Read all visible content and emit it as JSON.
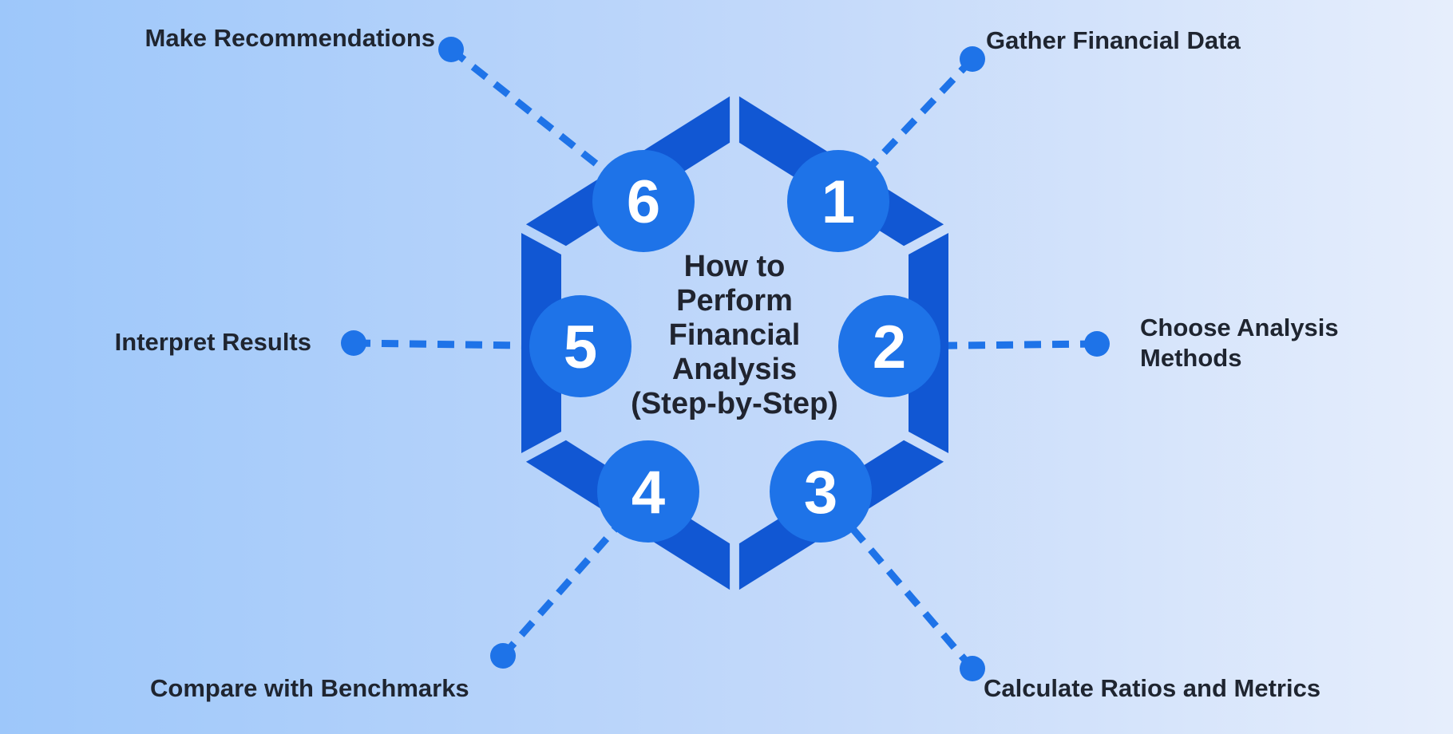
{
  "title": {
    "lines": [
      "How to",
      "Perform",
      "Financial",
      "Analysis",
      "(Step-by-Step)"
    ]
  },
  "steps": [
    {
      "number": "1",
      "label": "Gather Financial Data"
    },
    {
      "number": "2",
      "label": "Choose Analysis Methods"
    },
    {
      "number": "3",
      "label": "Calculate Ratios and Metrics"
    },
    {
      "number": "4",
      "label": "Compare with Benchmarks"
    },
    {
      "number": "5",
      "label": "Interpret Results"
    },
    {
      "number": "6",
      "label": "Make Recommendations"
    }
  ],
  "colors": {
    "background_left": "#9dc7fa",
    "background_right": "#e6eefc",
    "hexagon": "#1157d3",
    "accent": "#1e73e8",
    "number_text": "#ffffff",
    "title_text": "#20242f",
    "label_text": "#1f2530"
  }
}
